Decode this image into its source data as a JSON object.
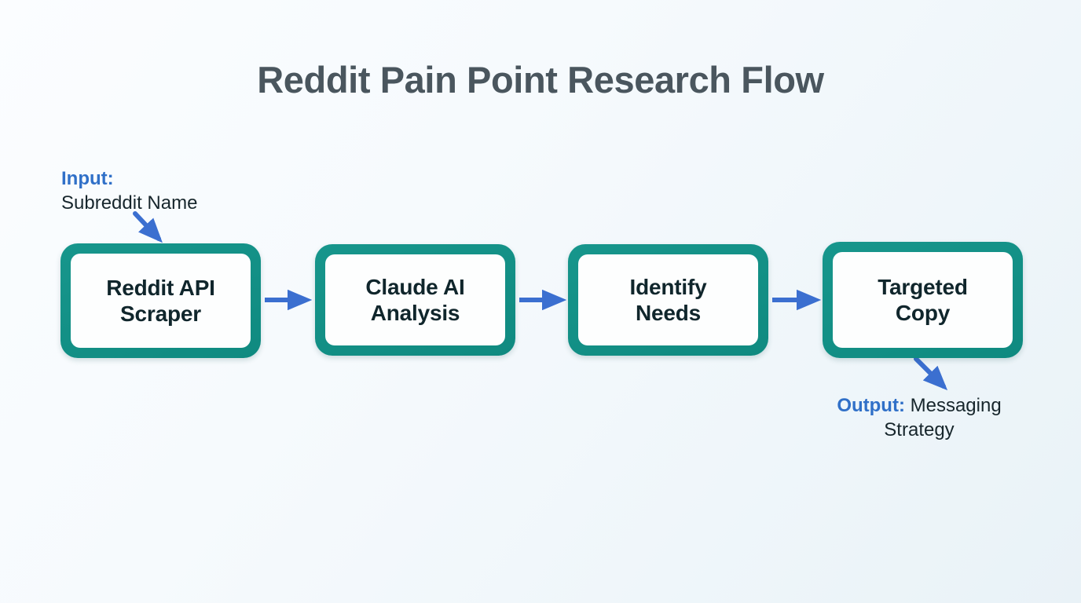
{
  "diagram": {
    "title": "Reddit Pain Point Research Flow",
    "background_start_color": "#fbfdff",
    "background_end_color": "#e9f2f7",
    "node_border_color": "#16918a",
    "node_fill_color": "#fdfefe",
    "node_text_color": "#10262c",
    "arrow_color": "#3b6fd0",
    "accent_label_color": "#3070c8",
    "title_color": "#4a565e",
    "nodes": [
      {
        "label": "Reddit API\nScraper"
      },
      {
        "label": "Claude AI\nAnalysis"
      },
      {
        "label": "Identify\nNeeds"
      },
      {
        "label": "Targeted\nCopy"
      }
    ],
    "connectors": [
      {
        "from": "Reddit API Scraper",
        "to": "Claude AI Analysis"
      },
      {
        "from": "Claude AI Analysis",
        "to": "Identify Needs"
      },
      {
        "from": "Identify Needs",
        "to": "Targeted Copy"
      }
    ],
    "input_annotation": {
      "tag": "Input:",
      "text": "Subreddit Name"
    },
    "output_annotation": {
      "tag": "Output:",
      "text": " Messaging Strategy"
    }
  }
}
